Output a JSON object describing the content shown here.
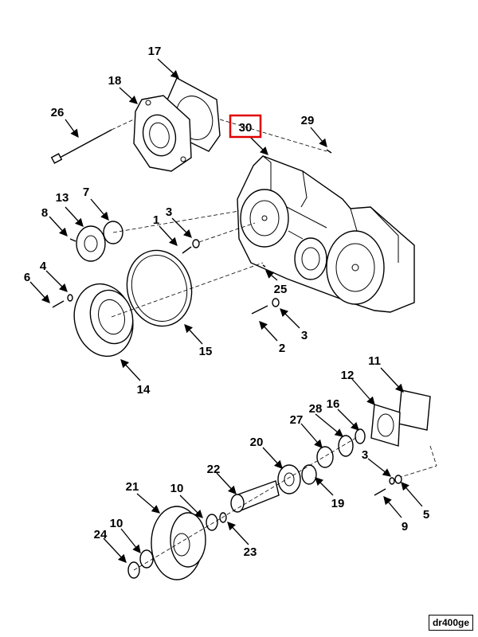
{
  "highlight_color": "#e00000",
  "highlighted_callout": "30",
  "callouts": [
    "17",
    "18",
    "26",
    "30",
    "29",
    "13",
    "7",
    "8",
    "1",
    "3",
    "4",
    "6",
    "25",
    "2",
    "3",
    "15",
    "14",
    "11",
    "12",
    "16",
    "28",
    "27",
    "20",
    "3",
    "5",
    "22",
    "19",
    "9",
    "21",
    "10",
    "10",
    "23",
    "24"
  ],
  "drawing_code": "dr400ge",
  "icons": {
    "gear": "gear-icon",
    "gasket": "gasket-icon",
    "bolt": "bolt-icon",
    "ring": "snap-ring-icon"
  }
}
